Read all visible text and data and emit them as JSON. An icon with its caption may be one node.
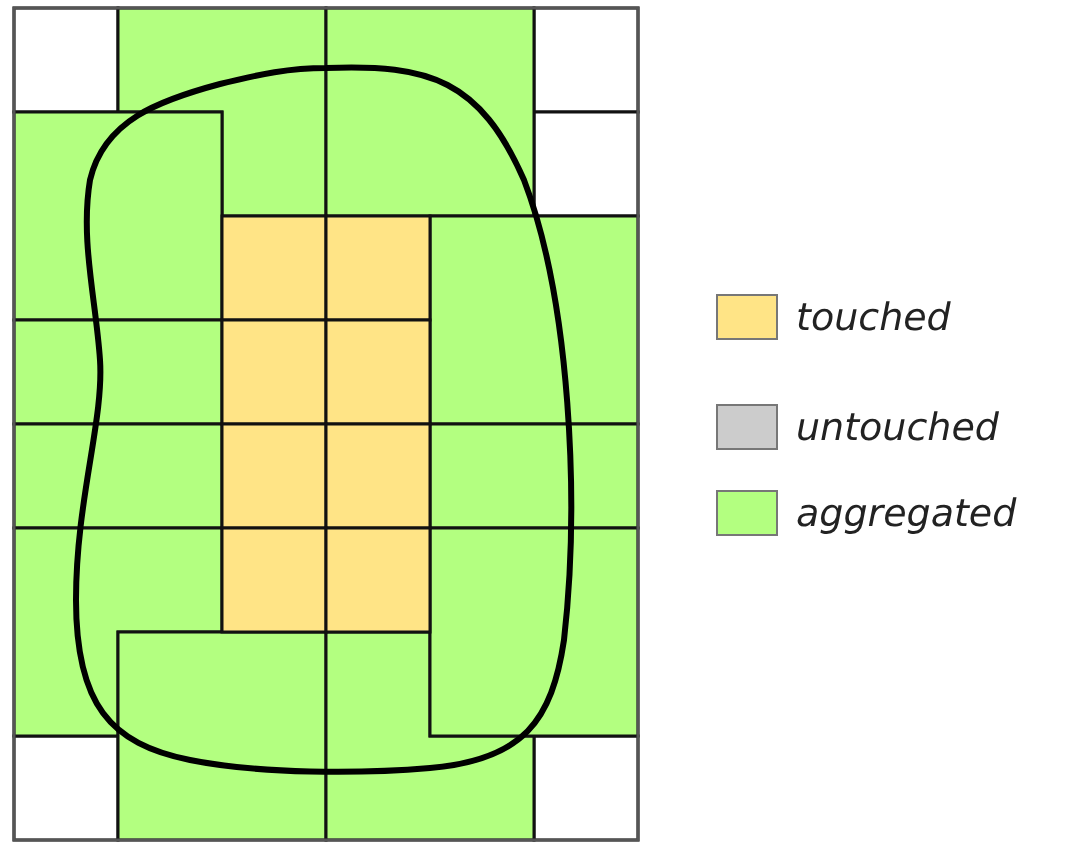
{
  "diagram": {
    "legend": [
      {
        "text": "touched",
        "color": "#ffe486"
      },
      {
        "text": "untouched",
        "color": "#cccccc"
      },
      {
        "text": "aggregated",
        "color": "#b3ff80"
      }
    ]
  }
}
